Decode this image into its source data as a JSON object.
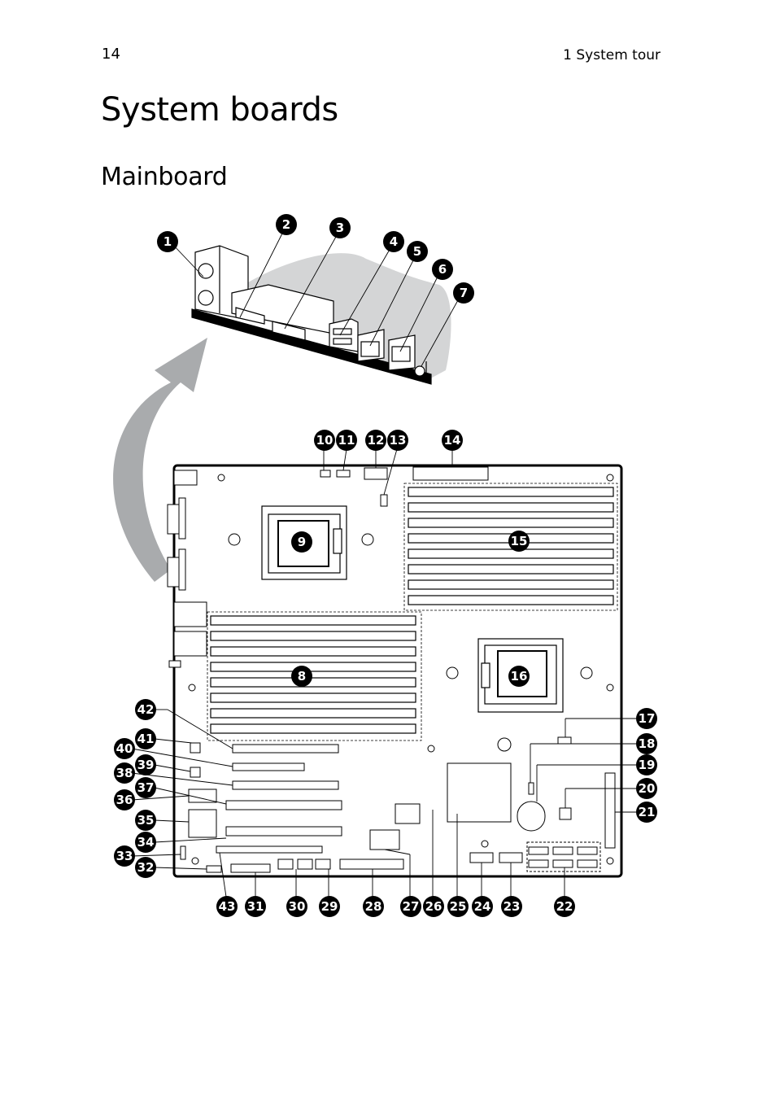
{
  "header": {
    "page_number": "14",
    "chapter": "1 System tour"
  },
  "title": "System boards",
  "subtitle": "Mainboard",
  "callouts": [
    "1",
    "2",
    "3",
    "4",
    "5",
    "6",
    "7",
    "8",
    "9",
    "10",
    "11",
    "12",
    "13",
    "14",
    "15",
    "16",
    "17",
    "18",
    "19",
    "20",
    "21",
    "22",
    "23",
    "24",
    "25",
    "26",
    "27",
    "28",
    "29",
    "30",
    "31",
    "32",
    "33",
    "34",
    "35",
    "36",
    "37",
    "38",
    "39",
    "40",
    "41",
    "42",
    "43"
  ],
  "colors": {
    "arrow": "#a9abad",
    "panel_shade": "#d4d5d6",
    "ink": "#000000"
  }
}
